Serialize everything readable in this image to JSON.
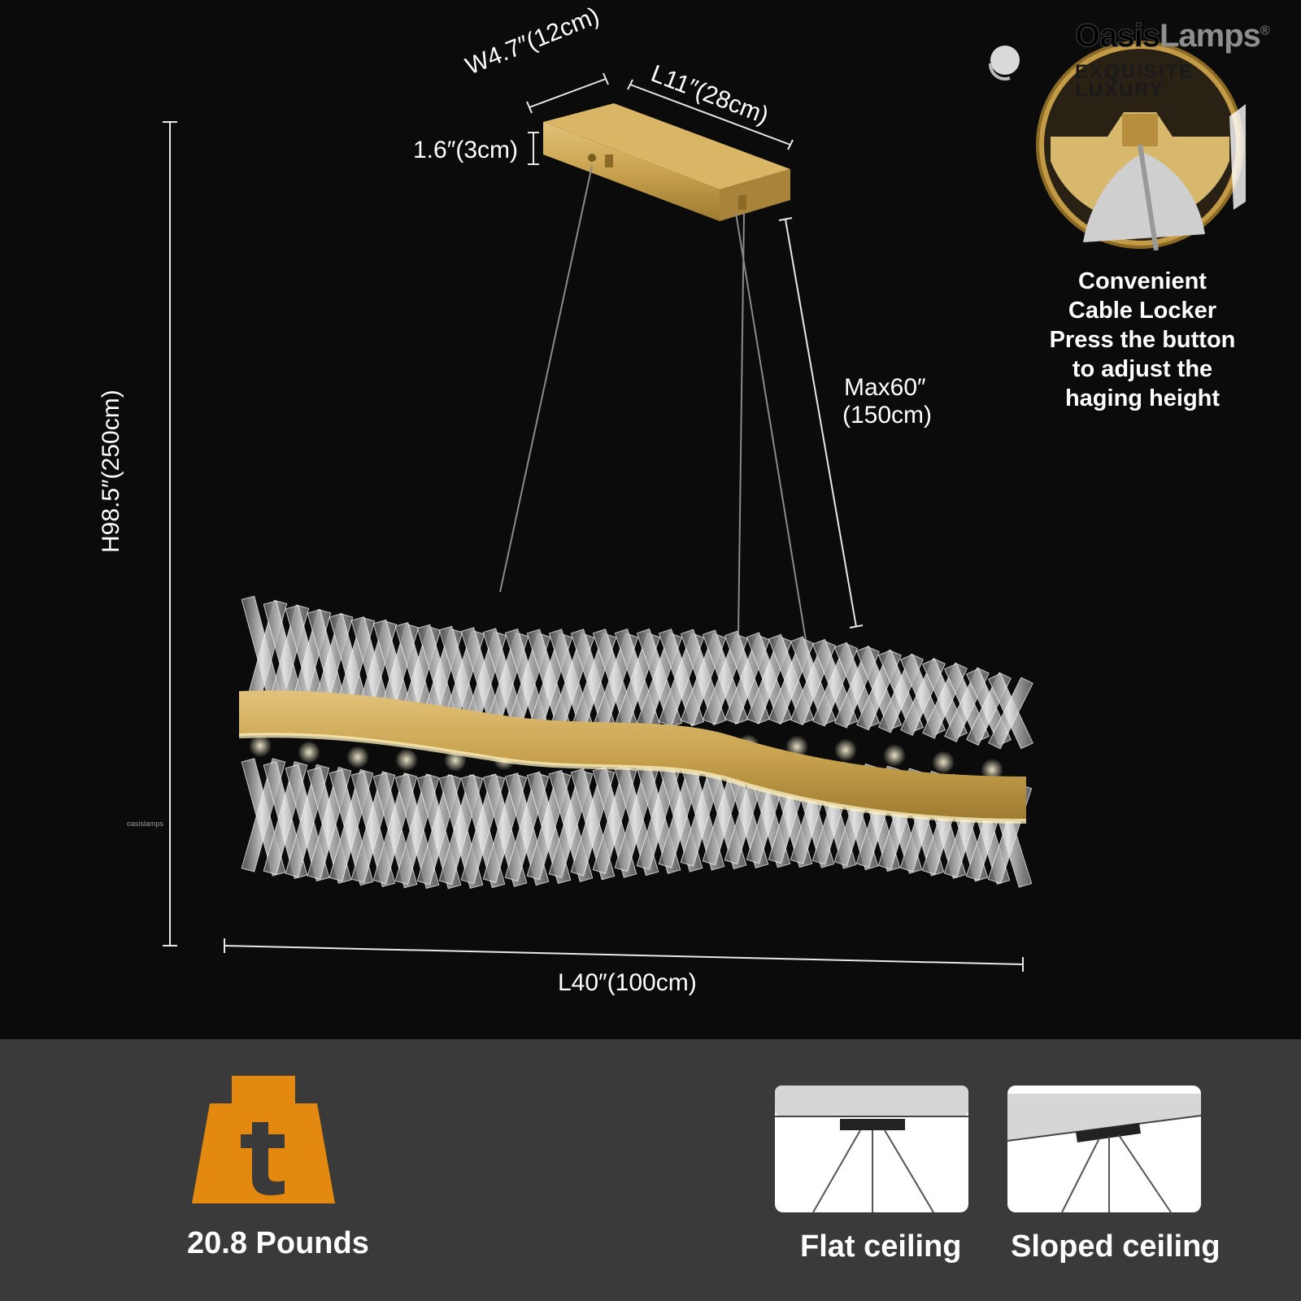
{
  "brand": {
    "name_dark": "Oasis",
    "name_light": "Lamps",
    "registered": "®",
    "badge_line1": "EXQUISITE",
    "badge_line2": "LUXURY"
  },
  "dimensions": {
    "width": "W4.7″(12cm)",
    "length_canopy": "L11″(28cm)",
    "canopy_height": "1.6″(3cm)",
    "max_drop_line1": "Max60″",
    "max_drop_line2": "(150cm)",
    "total_height": "H98.5″(250cm)",
    "length": "L40″(100cm)"
  },
  "callout": {
    "line1": "Convenient",
    "line2": "Cable Locker",
    "line3": "Press the button",
    "line4": "to adjust the",
    "line5": "haging height"
  },
  "watermark": "oasislamps",
  "weight": {
    "label": "20.8 Pounds",
    "icon": "weight-icon",
    "icon_letter": "t"
  },
  "mounting": [
    {
      "label": "Flat ceiling",
      "icon": "flat-ceiling-icon"
    },
    {
      "label": "Sloped ceiling",
      "icon": "sloped-ceiling-icon"
    }
  ],
  "colors": {
    "gold": "#c9a54e",
    "orange": "#e3890f",
    "background": "#0b0b0b",
    "panel": "#3a3a3a"
  }
}
